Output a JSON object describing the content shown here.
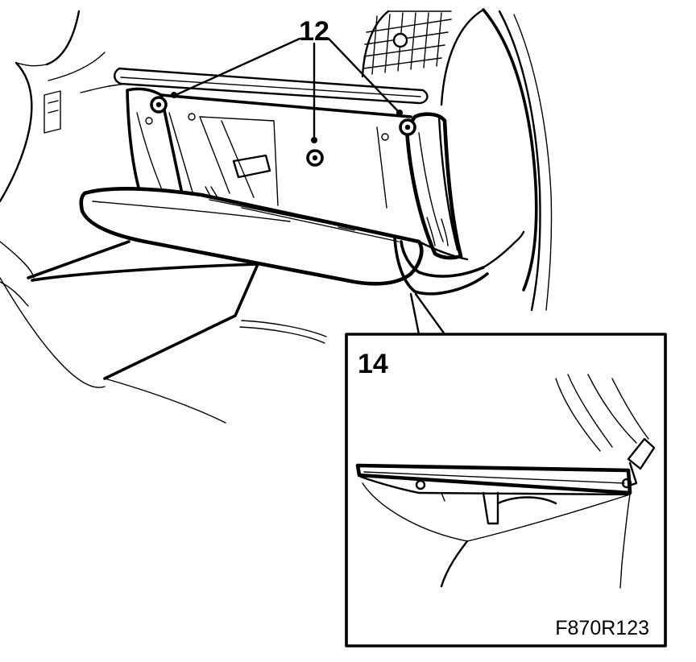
{
  "callouts": {
    "screw_label": "12",
    "detail_label": "14"
  },
  "figure_ref": "F870R123",
  "parts": {
    "screws": [
      {
        "icon": "screw-head-icon"
      },
      {
        "icon": "screw-head-icon"
      },
      {
        "icon": "screw-head-icon"
      }
    ]
  }
}
